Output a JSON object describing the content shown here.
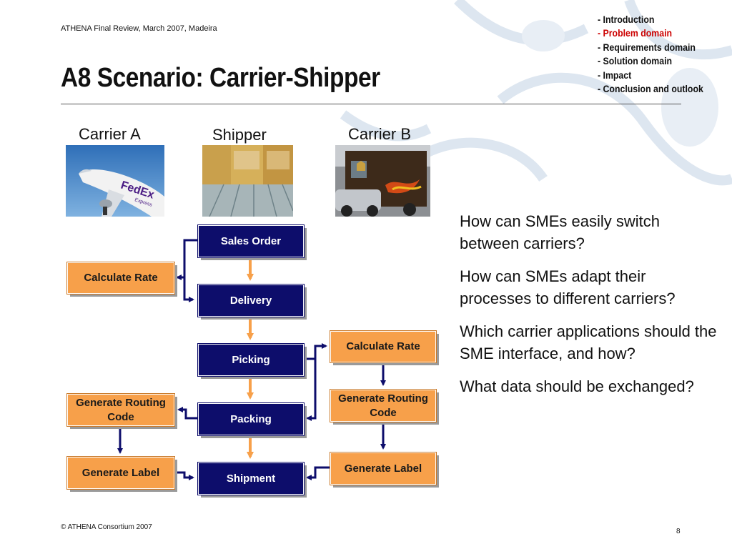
{
  "header": {
    "event": "ATHENA Final Review, March 2007, Madeira",
    "title": "A8 Scenario: Carrier-Shipper"
  },
  "nav": [
    {
      "label": "- Introduction",
      "active": false
    },
    {
      "label": "- Problem domain",
      "active": true
    },
    {
      "label": "- Requirements domain",
      "active": false
    },
    {
      "label": "- Solution domain",
      "active": false
    },
    {
      "label": "- Impact",
      "active": false
    },
    {
      "label": "- Conclusion and outlook",
      "active": false
    }
  ],
  "columns": {
    "carrier_a": "Carrier A",
    "shipper": "Shipper",
    "carrier_b": "Carrier B"
  },
  "photo_text": {
    "fedex": "FedEx",
    "fedex_sub": "Express"
  },
  "shipper_process": [
    "Sales Order",
    "Delivery",
    "Picking",
    "Packing",
    "Shipment"
  ],
  "carrier_a_steps": [
    "Calculate Rate",
    "Generate Routing Code",
    "Generate Label"
  ],
  "carrier_b_steps": [
    "Calculate Rate",
    "Generate Routing Code",
    "Generate Label"
  ],
  "questions": [
    "How can SMEs easily switch between carriers?",
    "How can SMEs adapt their processes to different carriers?",
    "Which carrier applications should the SME interface, and how?",
    "What data should be exchanged?"
  ],
  "footer": {
    "copyright": "© ATHENA Consortium 2007",
    "page": "8"
  },
  "colors": {
    "process_box": "#0d0d6b",
    "service_box": "#f7a04a",
    "flow_arrow": "#f7a04a",
    "connector": "#0d0d6b",
    "nav_active": "#cc0000"
  }
}
